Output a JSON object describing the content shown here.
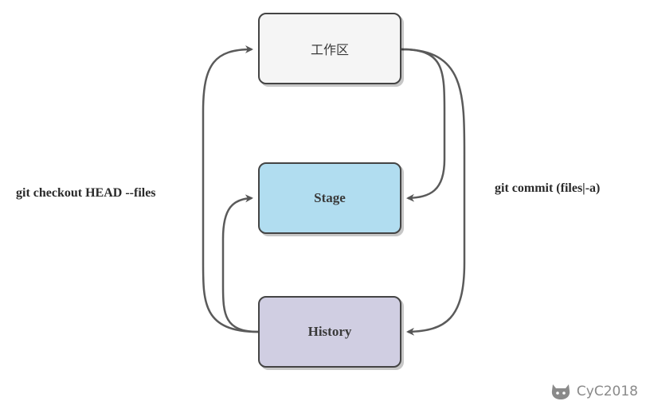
{
  "nodes": {
    "workspace": {
      "label": "工作区",
      "color": "#f5f5f5"
    },
    "stage": {
      "label": "Stage",
      "color": "#b1ddf0"
    },
    "history": {
      "label": "History",
      "color": "#d0cee2"
    }
  },
  "edges": {
    "checkout_label": "git checkout HEAD --files",
    "commit_label": "git commit (files|-a)"
  },
  "watermark": {
    "text": "CyC2018",
    "icon": "github-octocat-icon"
  },
  "colors": {
    "stroke": "#444444",
    "arrow": "#555555"
  }
}
